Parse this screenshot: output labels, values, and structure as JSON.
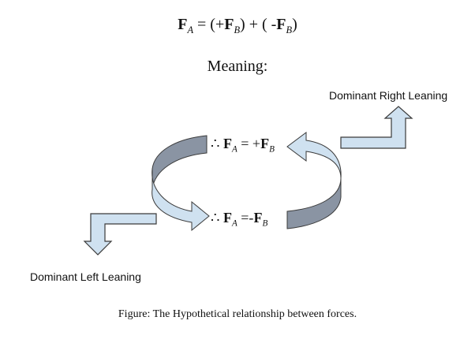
{
  "equation": {
    "F": "F",
    "sub_a": "A",
    "eq_open": " = (+",
    "sub_b1": "B",
    "mid": ") + ( -",
    "sub_b2": "B",
    "close": ")"
  },
  "meaning_label": "Meaning:",
  "top_case": {
    "therefore": "∴",
    "F": "F",
    "sub_a": "A",
    "op": " = +",
    "F2": "F",
    "sub_b": "B"
  },
  "bottom_case": {
    "therefore": "∴",
    "F": "F",
    "sub_a": "A",
    "op": " =-",
    "F2": "F",
    "sub_b": "B"
  },
  "right_label": "Dominant Right Leaning",
  "left_label": "Dominant Left Leaning",
  "caption": "Figure: The Hypothetical relationship between forces.",
  "colors": {
    "arrow_fill": "#cfe1f0",
    "arrow_dark": "#8a94a3",
    "stroke": "#3a3a3a"
  }
}
